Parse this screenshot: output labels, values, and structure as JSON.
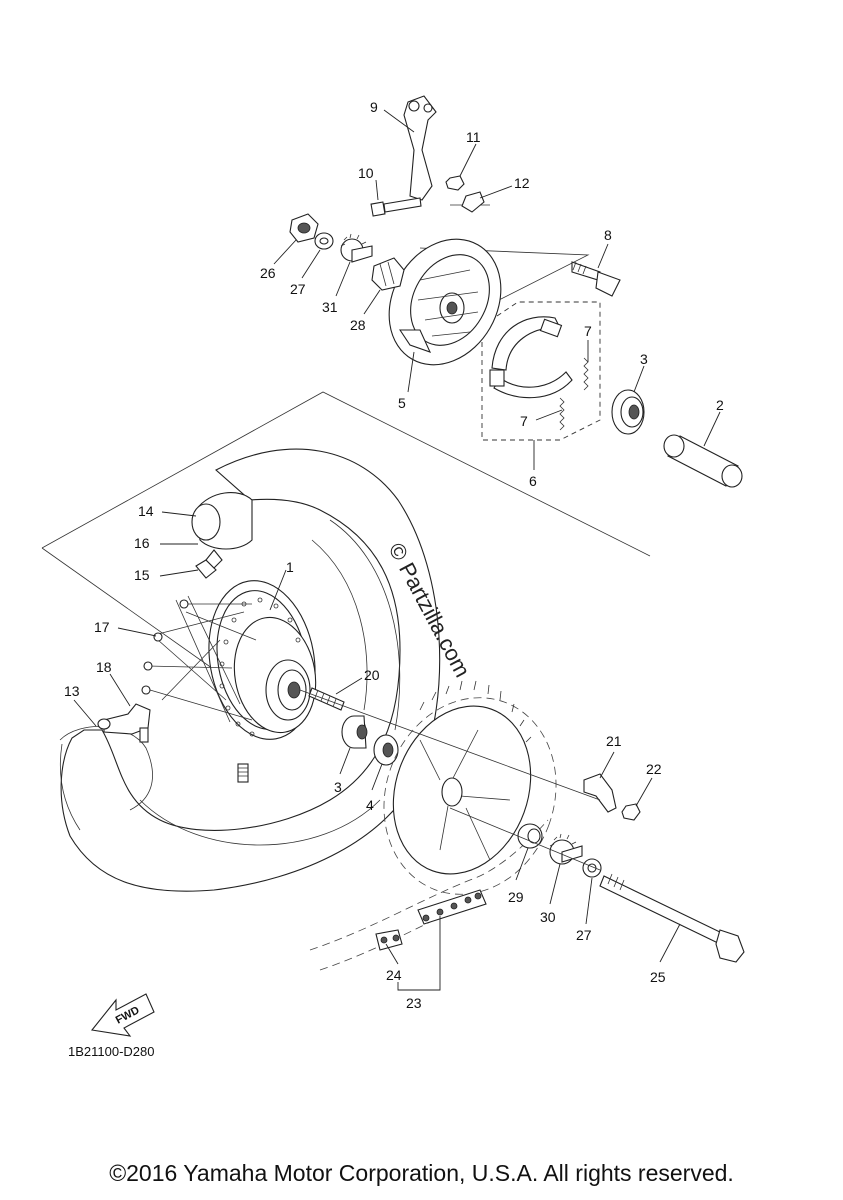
{
  "callouts": {
    "c1": "1",
    "c2": "2",
    "c3a": "3",
    "c3b": "3",
    "c4": "4",
    "c5": "5",
    "c6": "6",
    "c7a": "7",
    "c7b": "7",
    "c8": "8",
    "c9": "9",
    "c10": "10",
    "c11": "11",
    "c12": "12",
    "c13": "13",
    "c14": "14",
    "c15": "15",
    "c16": "16",
    "c17": "17",
    "c18": "18",
    "c20": "20",
    "c21": "21",
    "c22": "22",
    "c23": "23",
    "c24": "24",
    "c25": "25",
    "c26": "26",
    "c27a": "27",
    "c27b": "27",
    "c28": "28",
    "c29": "29",
    "c30": "30",
    "c31": "31"
  },
  "fwd_label": "FWD",
  "watermark": "© Partzilla.com",
  "diagram_code": "1B21100-D280",
  "copyright": "©2016 Yamaha Motor Corporation, U.S.A. All rights reserved."
}
